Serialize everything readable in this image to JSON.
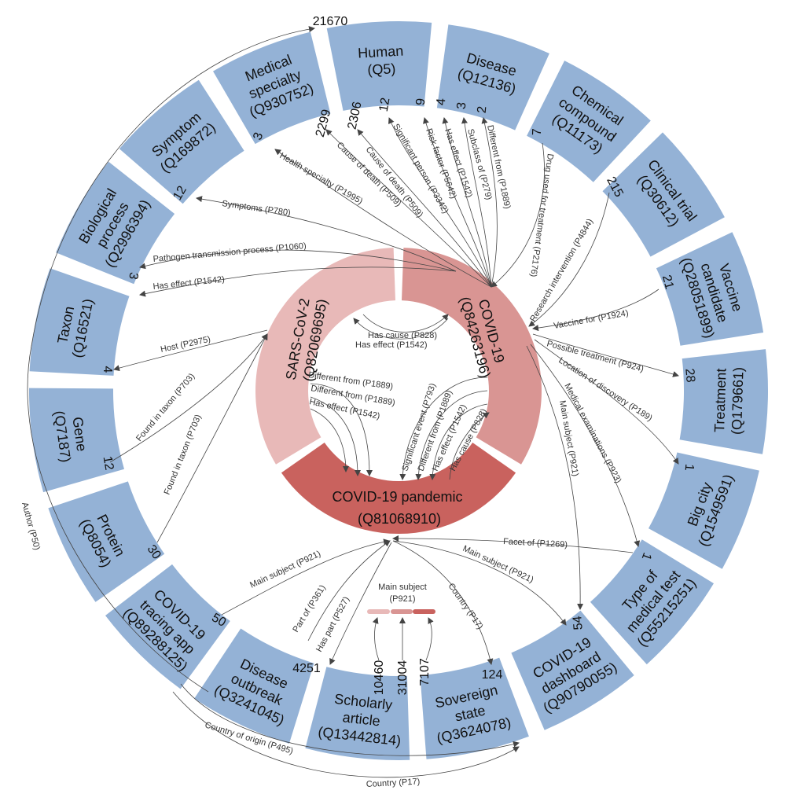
{
  "colors": {
    "class_box": "#94b2d6",
    "sars": "#e8b9b8",
    "covid": "#d99593",
    "pandemic": "#c9625e",
    "edge": "#444444"
  },
  "core": [
    {
      "key": "sars",
      "line1": "SARS-CoV-2",
      "line2": "(Q82069695)"
    },
    {
      "key": "covid",
      "line1": "COVID-19",
      "line2": "(Q84263196)"
    },
    {
      "key": "pandemic",
      "line1": "COVID-19 pandemic",
      "line2": "(Q81068910)"
    }
  ],
  "classes": [
    {
      "lines": [
        "Human",
        "(Q5)"
      ]
    },
    {
      "lines": [
        "Disease",
        "(Q12136)"
      ]
    },
    {
      "lines": [
        "Chemical",
        "compound",
        "(Q11173)"
      ]
    },
    {
      "lines": [
        "Clinical trial",
        "(Q30612)"
      ]
    },
    {
      "lines": [
        "Vaccine",
        "candidate",
        "(Q28051899)"
      ]
    },
    {
      "lines": [
        "Treatment",
        "(Q179661)"
      ]
    },
    {
      "lines": [
        "Big city",
        "(Q1549591)"
      ]
    },
    {
      "lines": [
        "Type of",
        "medical test",
        "(Q55215251)"
      ]
    },
    {
      "lines": [
        "COVID-19",
        "dashboard",
        "(Q90790055)"
      ]
    },
    {
      "lines": [
        "Sovereign",
        "state",
        "(Q3624078)"
      ]
    },
    {
      "lines": [
        "Scholarly",
        "article",
        "(Q13442814)"
      ]
    },
    {
      "lines": [
        "Disease",
        "outbreak",
        "(Q3241045)"
      ]
    },
    {
      "lines": [
        "COVID-19",
        "tracing app",
        "(Q89288125)"
      ]
    },
    {
      "lines": [
        "Protein",
        "(Q8054)"
      ]
    },
    {
      "lines": [
        "Gene",
        "(Q7187)"
      ]
    },
    {
      "lines": [
        "Taxon",
        "(Q16521)"
      ]
    },
    {
      "lines": [
        "Biological",
        "process",
        "(Q2996394)"
      ]
    },
    {
      "lines": [
        "Symptom",
        "(Q169872)"
      ]
    },
    {
      "lines": [
        "Medical",
        "specialty",
        "(Q930752)"
      ]
    }
  ],
  "counts": [
    "21670",
    "3",
    "2299",
    "2306",
    "12",
    "9",
    "4",
    "3",
    "2",
    "7",
    "215",
    "21",
    "28",
    "1",
    "1",
    "54",
    "124",
    "7107",
    "31004",
    "10460",
    "4251",
    "50",
    "30",
    "12",
    "4",
    "3",
    "12"
  ],
  "edge_labels": {
    "author": "Author (P50)",
    "health_specialty": "Health specialty (P1995)",
    "cause_of_death_509a": "Cause of death (P509)",
    "cause_of_death_509b": "Cause of death (P509)",
    "significant_person": "Significant person (P3342)",
    "risk_factor": "Risk factor (P5642)",
    "has_effect_disease": "Has effect (P1542)",
    "subclass_of": "Subclass of (P279)",
    "different_from_disease": "Different from (P1889)",
    "drug_used": "Drug used for treatment (P2176)",
    "research_intervention": "Research intervention (P4844)",
    "vaccine_for": "Vaccine for (P1924)",
    "possible_treatment": "Possible treatment (P924)",
    "location_of_discovery": "Location of discovery (P189)",
    "medical_examinations": "Medical examinations (P923)",
    "main_subject_covid": "Main subject (P921)",
    "facet_of": "Facet of (P1269)",
    "main_subject_dashboard": "Main subject (P921)",
    "country_sov": "Country (P17)",
    "has_part": "Has part (P527)",
    "part_of": "Part of (P361)",
    "main_subject_app": "Main subject (P921)",
    "found_in_taxon_protein": "Found in taxon (P703)",
    "found_in_taxon_gene": "Found in taxon (P703)",
    "host": "Host (P2975)",
    "pathogen_transmission": "Pathogen transmission process (P1060)",
    "has_effect_bio": "Has effect (P1542)",
    "symptoms": "Symptoms (P780)",
    "country_of_origin": "Country of origin (P495)",
    "country_app": "Country (P17)",
    "has_cause_sc": "Has cause (P828)",
    "has_effect_sc": "Has effect (P1542)",
    "different_from_sp": "Different from (P1889)",
    "has_effect_sp": "Has effect (P1542)",
    "different_from_sp2": "Different from (P1889)",
    "significant_event": "Significant event (P793)",
    "different_from_cp": "Different from (P1889)",
    "has_effect_cp": "Has effect (P1542)",
    "has_cause_cp": "Has cause (P828)"
  },
  "legend": {
    "line1": "Main subject",
    "line2": "(P921)"
  }
}
